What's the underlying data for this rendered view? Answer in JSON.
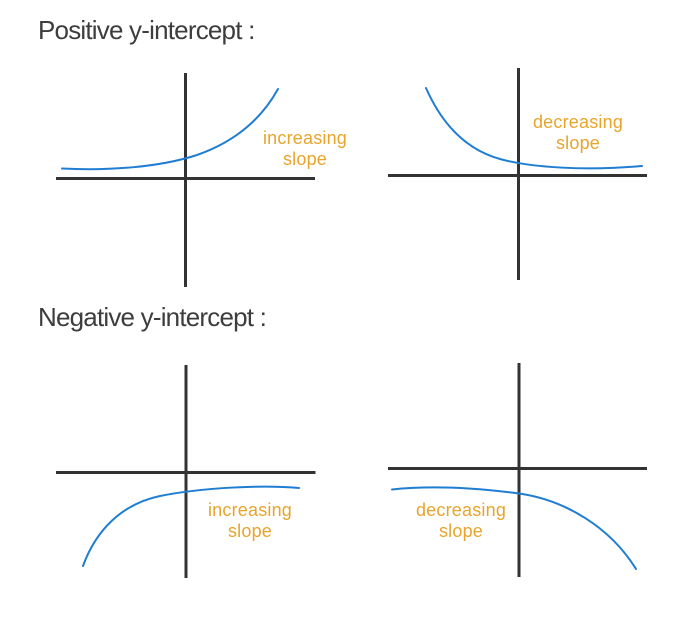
{
  "colors": {
    "background": "#ffffff",
    "heading": "#3d3d3d",
    "axis": "#333333",
    "curve": "#1f7dd2",
    "label": "#e8a42b"
  },
  "sections": [
    {
      "heading": "Positive y-intercept :",
      "graphs": [
        {
          "curve_shape": "exponential growth above x-axis, crossing y-axis above origin",
          "label_line1": "increasing",
          "label_line2": "slope"
        },
        {
          "curve_shape": "exponential decay above x-axis, crossing y-axis above origin",
          "label_line1": "decreasing",
          "label_line2": "slope"
        }
      ]
    },
    {
      "heading": "Negative y-intercept :",
      "graphs": [
        {
          "curve_shape": "rising curve below x-axis, crossing y-axis below origin",
          "label_line1": "increasing",
          "label_line2": "slope"
        },
        {
          "curve_shape": "falling curve below x-axis, crossing y-axis below origin",
          "label_line1": "decreasing",
          "label_line2": "slope"
        }
      ]
    }
  ]
}
